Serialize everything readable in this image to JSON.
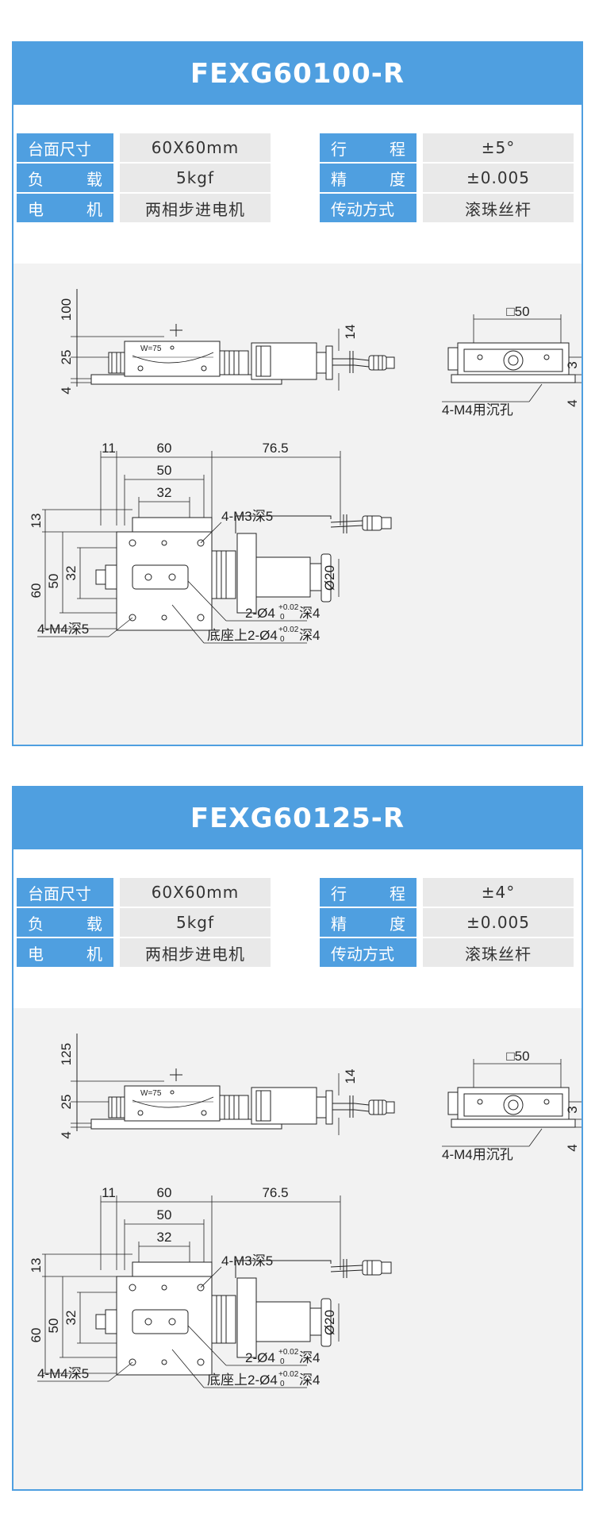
{
  "products": [
    {
      "title": "FEXG60100-R",
      "specs": {
        "table_size_label": "台面尺寸",
        "table_size_value": "60X60mm",
        "travel_label": "行 程",
        "travel_value": "±5°",
        "load_label": "负 载",
        "load_value": "5kgf",
        "accuracy_label": "精 度",
        "accuracy_value": "±0.005",
        "motor_label": "电 机",
        "motor_value": "两相步进电机",
        "drive_label": "传动方式",
        "drive_value": "滚珠丝杆"
      },
      "dims": {
        "height_total": "100",
        "height_mid": "25",
        "height_base": "4",
        "motor_dim": "14",
        "square": "□50",
        "right_small": "3",
        "right_base": "4",
        "base_holes": "4-M4用沉孔",
        "w_left": "11",
        "w_table": "60",
        "w_motor": "76.5",
        "w_inner": "50",
        "w_hole": "32",
        "h_top": "13",
        "h_table": "60",
        "h_inner": "50",
        "h_hole": "32",
        "m3_holes": "4-M3深5",
        "m4_holes": "4-M4深5",
        "diameter": "Ø20",
        "pin_holes": "2-Ø4",
        "pin_depth": "深4",
        "base_pin_holes": "底座上2-Ø4",
        "base_pin_depth": "深4",
        "tol_upper": "+0.02",
        "tol_lower": "0",
        "scale_mark": "W=75"
      }
    },
    {
      "title": "FEXG60125-R",
      "specs": {
        "table_size_label": "台面尺寸",
        "table_size_value": "60X60mm",
        "travel_label": "行 程",
        "travel_value": "±4°",
        "load_label": "负 载",
        "load_value": "5kgf",
        "accuracy_label": "精 度",
        "accuracy_value": "±0.005",
        "motor_label": "电 机",
        "motor_value": "两相步进电机",
        "drive_label": "传动方式",
        "drive_value": "滚珠丝杆"
      },
      "dims": {
        "height_total": "125",
        "height_mid": "25",
        "height_base": "4",
        "motor_dim": "14",
        "square": "□50",
        "right_small": "3",
        "right_base": "4",
        "base_holes": "4-M4用沉孔",
        "w_left": "11",
        "w_table": "60",
        "w_motor": "76.5",
        "w_inner": "50",
        "w_hole": "32",
        "h_top": "13",
        "h_table": "60",
        "h_inner": "50",
        "h_hole": "32",
        "m3_holes": "4-M3深5",
        "m4_holes": "4-M4深5",
        "diameter": "Ø20",
        "pin_holes": "2-Ø4",
        "pin_depth": "深4",
        "base_pin_holes": "底座上2-Ø4",
        "base_pin_depth": "深4",
        "tol_upper": "+0.02",
        "tol_lower": "0",
        "scale_mark": "W=75"
      }
    }
  ],
  "colors": {
    "accent": "#4f9fe0",
    "value_bg": "#e9e9e9",
    "drawing_bg": "#f2f2f2"
  }
}
